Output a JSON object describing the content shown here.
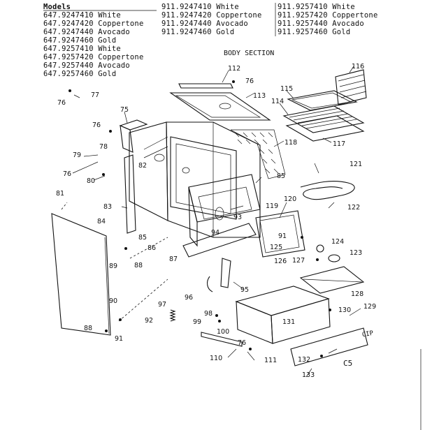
{
  "models": {
    "header": "Models",
    "col1": [
      "647.9247410 White",
      "647.9247420 Coppertone",
      "647.9247440 Avocado",
      "647.9247460 Gold",
      "647.9257410 White",
      "647.9257420 Coppertone",
      "647.9257440 Avocado",
      "647.9257460 Gold"
    ],
    "col2": [
      "911.9247410 White",
      "911.9247420 Coppertone",
      "911.9247440 Avocado",
      "911.9247460 Gold"
    ],
    "col3": [
      "911.9257410 White",
      "911.9257420 Coppertone",
      "911.9257440 Avocado",
      "911.9257460 Gold"
    ]
  },
  "section_title": "BODY SECTION",
  "part_labels": [
    "112",
    "76",
    "113",
    "116",
    "115",
    "114",
    "118",
    "117",
    "77",
    "76",
    "75",
    "76",
    "78",
    "79",
    "82",
    "76",
    "80",
    "81",
    "83",
    "84",
    "89",
    "88",
    "85",
    "121",
    "122",
    "120",
    "119",
    "93",
    "94",
    "85",
    "86",
    "87",
    "91",
    "125",
    "124",
    "123",
    "127",
    "126",
    "128",
    "95",
    "96",
    "97",
    "98",
    "99",
    "100",
    "130",
    "129",
    "131",
    "90",
    "92",
    "91",
    "88",
    "76",
    "110",
    "111",
    "132",
    "133"
  ],
  "corner_code": "C5",
  "corner_mark": "CIP"
}
